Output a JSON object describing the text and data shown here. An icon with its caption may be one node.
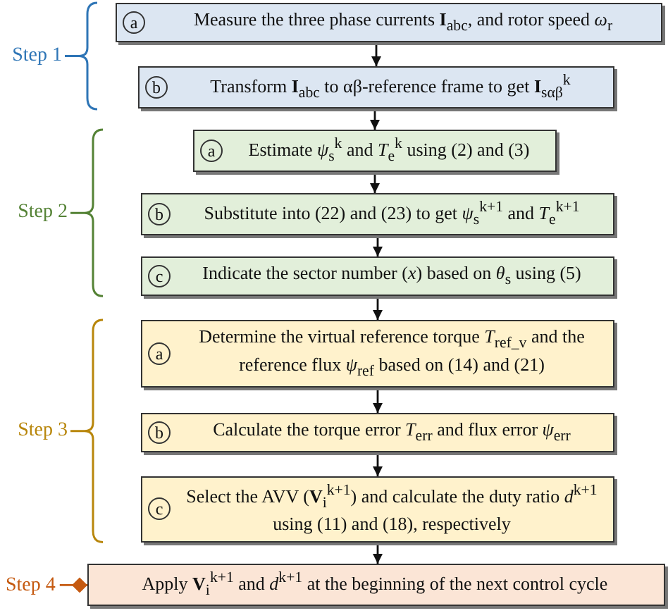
{
  "diagram": {
    "nodes": [
      {
        "text": [
          "a",
          "Measure the three phase currents **I**$_{abc}$, and rotor speed *ω*$_{r}$"
        ]
      },
      {
        "text": [
          "b",
          "Transform **I**$_{abc}$ to αβ-reference frame to get **I**$_{sαβ}$$^{k}$"
        ]
      },
      {
        "text": [
          "a",
          "Estimate *ψ*$_{s}$$^{k}$ and *T*$_{e}$$^{k}$ using (2) and (3)"
        ]
      },
      {
        "text": [
          "b",
          "Substitute into (22) and (23) to get *ψ*$_{s}$$^{k+1}$ and *T*$_{e}$$^{k+1}$"
        ]
      },
      {
        "text": [
          "c",
          "Indicate the sector number (*x*) based on *θ*$_{s}$ using (5)"
        ]
      },
      {
        "text": [
          "a",
          "Determine the virtual reference torque *T*$_{ref_v}$ and the reference flux *ψ*$_{ref}$ based on (14) and (21)"
        ]
      },
      {
        "text": [
          "b",
          "Calculate the torque error *T*$_{err}$ and flux error *ψ*$_{err}$"
        ]
      },
      {
        "text": [
          "c",
          "Select the AVV (**V**$_{i}$$^{k+1}$) and calculate the duty ratio *d*$^{k+1}$ using (11) and (18), respectively"
        ]
      },
      {
        "text": [
          "Step 4"
        ]
      },
      {
        "text": [
          "Apply **V**$_{i}$$^{k+1}$ and *d*$^{k+1}$ at the beginning of the next control cycle"
        ]
      }
    ],
    "edges": [
      {
        "from": 0,
        "to": 1,
        "arrow": "to"
      },
      {
        "from": 1,
        "to": 2,
        "arrow": "to"
      },
      {
        "from": 2,
        "to": 3,
        "arrow": "to"
      },
      {
        "from": 3,
        "to": 4,
        "arrow": "to"
      },
      {
        "from": 4,
        "to": 5,
        "arrow": "to"
      },
      {
        "from": 5,
        "to": 6,
        "arrow": "to"
      },
      {
        "from": 6,
        "to": 7,
        "arrow": "to"
      },
      {
        "from": 7,
        "to": 9,
        "arrow": "to"
      },
      {
        "from": 8,
        "to": 9,
        "arrow": "other",
        "color": "#c55a11"
      }
    ],
    "labels": [
      "Step 1",
      "Step 2",
      "Step 3"
    ]
  }
}
